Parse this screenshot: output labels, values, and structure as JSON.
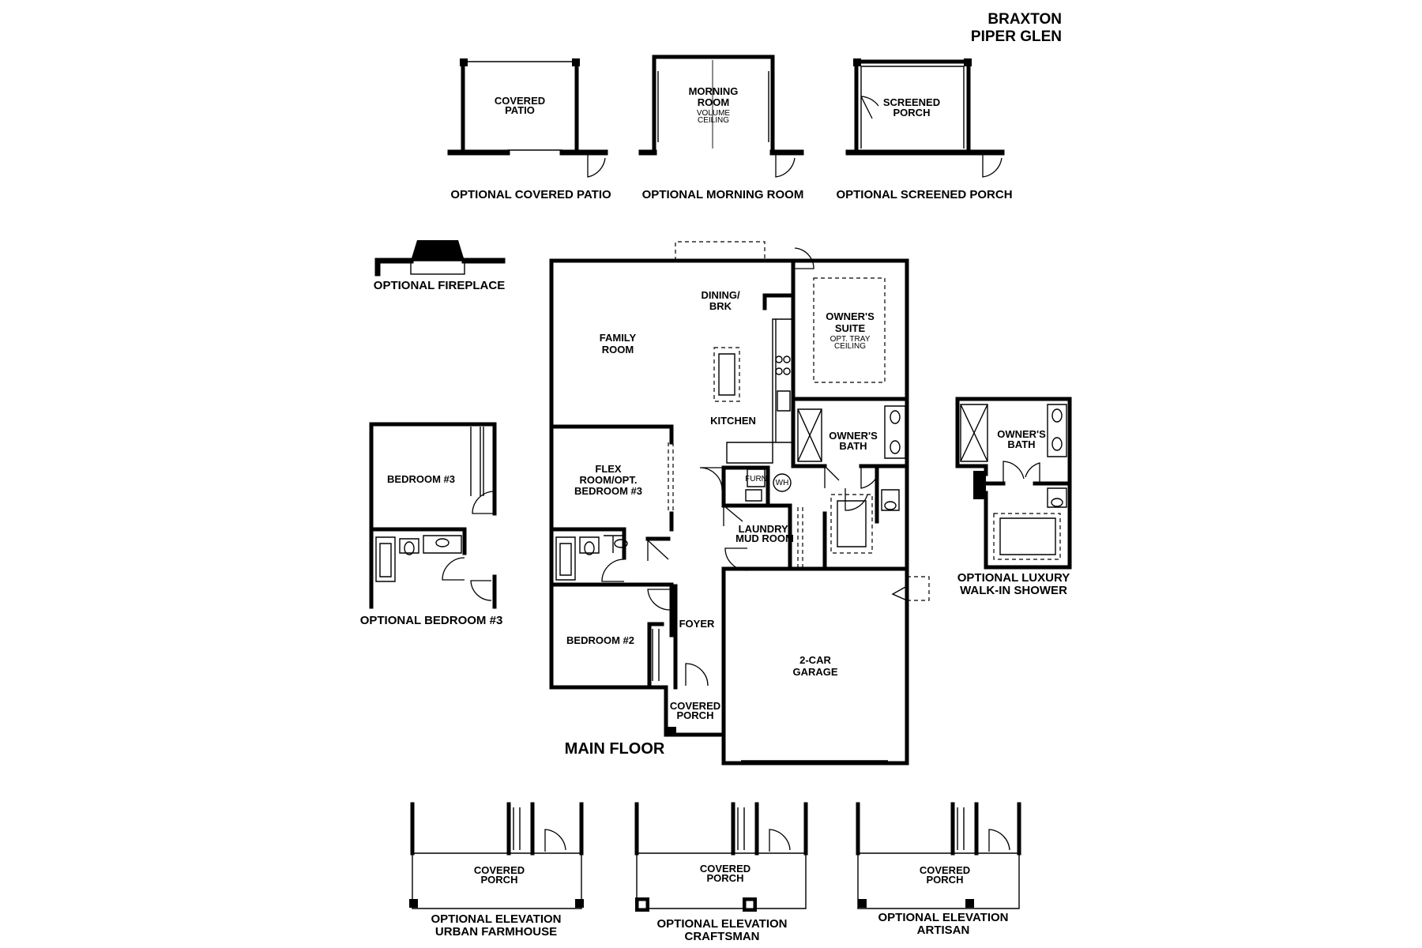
{
  "header": {
    "line1": "BRAXTON",
    "line2": "PIPER GLEN"
  },
  "options_top": {
    "covered_patio": {
      "room": [
        "COVERED",
        "PATIO"
      ],
      "caption": "OPTIONAL COVERED PATIO"
    },
    "morning_room": {
      "room": [
        "MORNING",
        "ROOM"
      ],
      "note": [
        "VOLUME",
        "CEILING"
      ],
      "caption": "OPTIONAL MORNING ROOM"
    },
    "screened_porch": {
      "room": [
        "SCREENED",
        "PORCH"
      ],
      "caption": "OPTIONAL SCREENED PORCH"
    }
  },
  "fireplace": {
    "caption": "OPTIONAL FIREPLACE"
  },
  "main_floor": {
    "title": "MAIN FLOOR",
    "rooms": {
      "dining": [
        "DINING/",
        "BRK"
      ],
      "family": [
        "FAMILY",
        "ROOM"
      ],
      "owners_suite": [
        "OWNER'S",
        "SUITE"
      ],
      "owners_suite_note": [
        "OPT. TRAY",
        "CEILING"
      ],
      "kitchen": "KITCHEN",
      "owners_bath": [
        "OWNER'S",
        "BATH"
      ],
      "flex": [
        "FLEX",
        "ROOM/OPT.",
        "BEDROOM #3"
      ],
      "furn": "FURN",
      "wh": "WH",
      "laundry": [
        "LAUNDRY/",
        "MUD ROOM"
      ],
      "foyer": "FOYER",
      "bedroom2": "BEDROOM #2",
      "garage": [
        "2-CAR",
        "GARAGE"
      ],
      "covered_porch": [
        "COVERED",
        "PORCH"
      ]
    }
  },
  "option_bedroom3": {
    "room": "BEDROOM #3",
    "caption": "OPTIONAL BEDROOM #3"
  },
  "option_shower": {
    "room": [
      "OWNER'S",
      "BATH"
    ],
    "caption": [
      "OPTIONAL LUXURY",
      "WALK-IN SHOWER"
    ]
  },
  "elevations": [
    {
      "room": [
        "COVERED",
        "PORCH"
      ],
      "caption": [
        "OPTIONAL ELEVATION",
        "URBAN FARMHOUSE"
      ]
    },
    {
      "room": [
        "COVERED",
        "PORCH"
      ],
      "caption": [
        "OPTIONAL ELEVATION",
        "CRAFTSMAN"
      ]
    },
    {
      "room": [
        "COVERED",
        "PORCH"
      ],
      "caption": [
        "OPTIONAL ELEVATION",
        "ARTISAN"
      ]
    }
  ]
}
